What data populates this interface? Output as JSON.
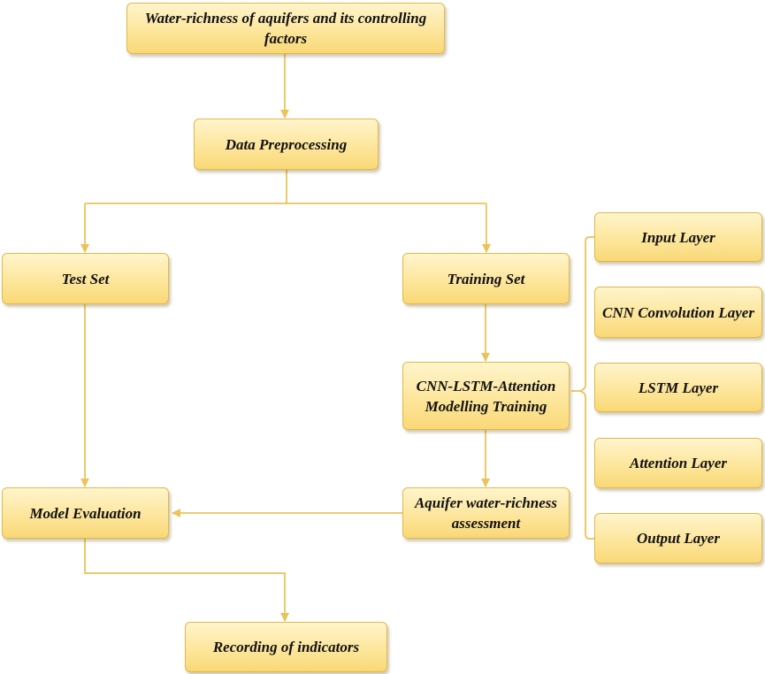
{
  "nodes": {
    "water_richness": "Water-richness of aquifers and its controlling factors",
    "data_preprocessing": "Data Preprocessing",
    "test_set": "Test Set",
    "training_set": "Training Set",
    "cnn_lstm_attention": "CNN-LSTM-Attention Modelling Training",
    "aquifer_assessment": "Aquifer water-richness assessment",
    "model_evaluation": "Model Evaluation",
    "recording_indicators": "Recording of indicators"
  },
  "layers": {
    "input": "Input Layer",
    "cnn_convolution": "CNN Convolution Layer",
    "lstm": "LSTM Layer",
    "attention": "Attention Layer",
    "output": "Output Layer"
  },
  "colors": {
    "box_fill_top": "#FFF5CC",
    "box_fill_bottom": "#F9D877",
    "box_border": "#E2B84A",
    "connector": "#EAC35A"
  }
}
